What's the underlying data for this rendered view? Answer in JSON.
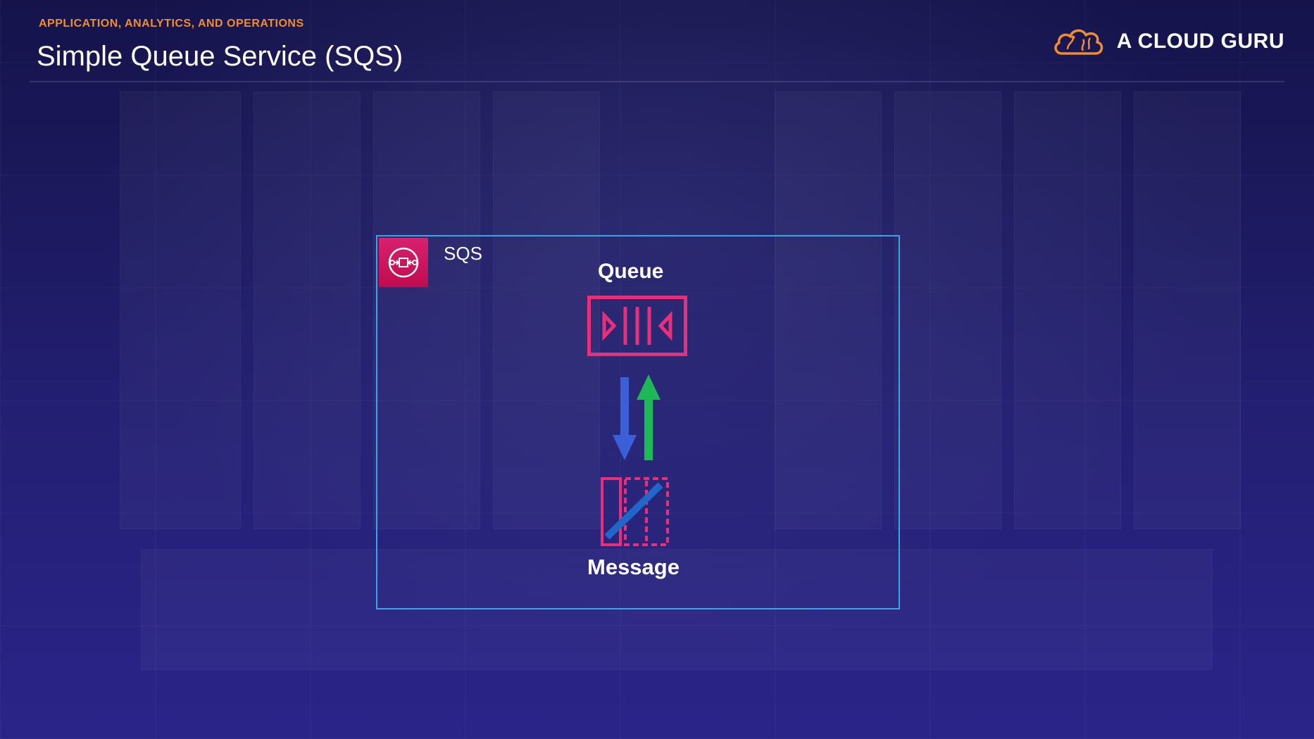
{
  "header": {
    "eyebrow": "APPLICATION, ANALYTICS, AND OPERATIONS",
    "title": "Simple Queue Service (SQS)"
  },
  "brand": {
    "name": "A CLOUD GURU",
    "icon": "cloud-logo-icon",
    "color": "#f28c30"
  },
  "diagram": {
    "container_label": "SQS",
    "container_icon": "sqs-service-icon",
    "queue_label": "Queue",
    "queue_icon": "queue-icon",
    "message_label": "Message",
    "message_icon": "message-icon",
    "arrows": [
      {
        "direction": "down",
        "color": "#3b5fd6",
        "icon": "arrow-down-icon"
      },
      {
        "direction": "up",
        "color": "#1db954",
        "icon": "arrow-up-icon"
      }
    ],
    "colors": {
      "border": "#3aa6e8",
      "accent": "#e8307a",
      "badge": "#d9216f"
    }
  }
}
